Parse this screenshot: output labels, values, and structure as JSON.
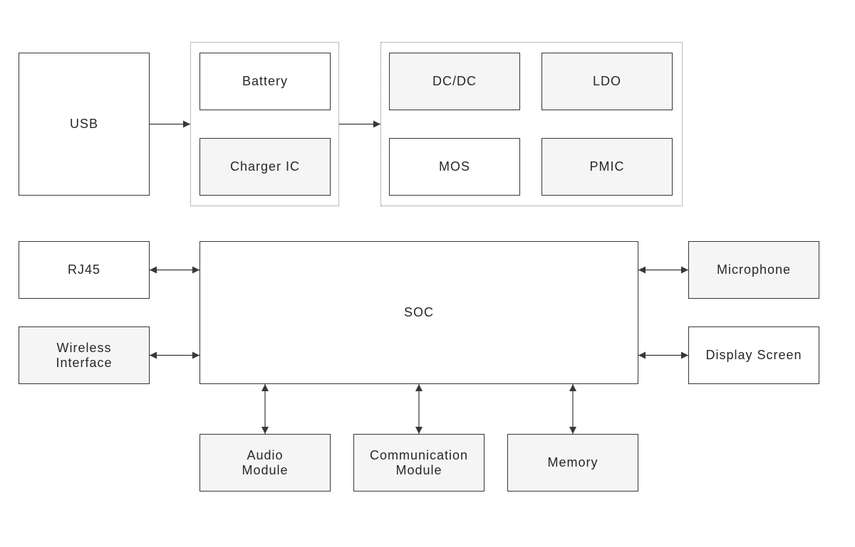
{
  "diagram": {
    "nodes": {
      "usb": {
        "label": "USB",
        "fill": "white"
      },
      "battery": {
        "label": "Battery",
        "fill": "white"
      },
      "charger_ic": {
        "label": "Charger IC",
        "fill": "gray"
      },
      "dcdc": {
        "label": "DC/DC",
        "fill": "gray"
      },
      "ldo": {
        "label": "LDO",
        "fill": "gray"
      },
      "mos": {
        "label": "MOS",
        "fill": "white"
      },
      "pmic": {
        "label": "PMIC",
        "fill": "gray"
      },
      "rj45": {
        "label": "RJ45",
        "fill": "white"
      },
      "wireless": {
        "label": "Wireless\nInterface",
        "fill": "gray"
      },
      "soc": {
        "label": "SOC",
        "fill": "white"
      },
      "microphone": {
        "label": "Microphone",
        "fill": "gray"
      },
      "display": {
        "label": "Display Screen",
        "fill": "white"
      },
      "audio": {
        "label": "Audio\nModule",
        "fill": "gray"
      },
      "communication": {
        "label": "Communication\nModule",
        "fill": "gray"
      },
      "memory": {
        "label": "Memory",
        "fill": "gray"
      }
    },
    "groups": [
      {
        "id": "charging-group",
        "members": [
          "battery",
          "charger_ic"
        ]
      },
      {
        "id": "power-group",
        "members": [
          "dcdc",
          "ldo",
          "mos",
          "pmic"
        ]
      }
    ],
    "edges": [
      {
        "from": "usb",
        "to": "charging-group",
        "direction": "forward"
      },
      {
        "from": "charging-group",
        "to": "power-group",
        "direction": "forward"
      },
      {
        "from": "rj45",
        "to": "soc",
        "direction": "both"
      },
      {
        "from": "wireless",
        "to": "soc",
        "direction": "both"
      },
      {
        "from": "soc",
        "to": "microphone",
        "direction": "both"
      },
      {
        "from": "soc",
        "to": "display",
        "direction": "both"
      },
      {
        "from": "soc",
        "to": "audio",
        "direction": "both"
      },
      {
        "from": "soc",
        "to": "communication",
        "direction": "both"
      },
      {
        "from": "soc",
        "to": "memory",
        "direction": "both"
      }
    ],
    "colors": {
      "stroke": "#3b3535",
      "gray_fill": "#f5f5f5",
      "white_fill": "#ffffff",
      "text": "#2b2626"
    }
  }
}
